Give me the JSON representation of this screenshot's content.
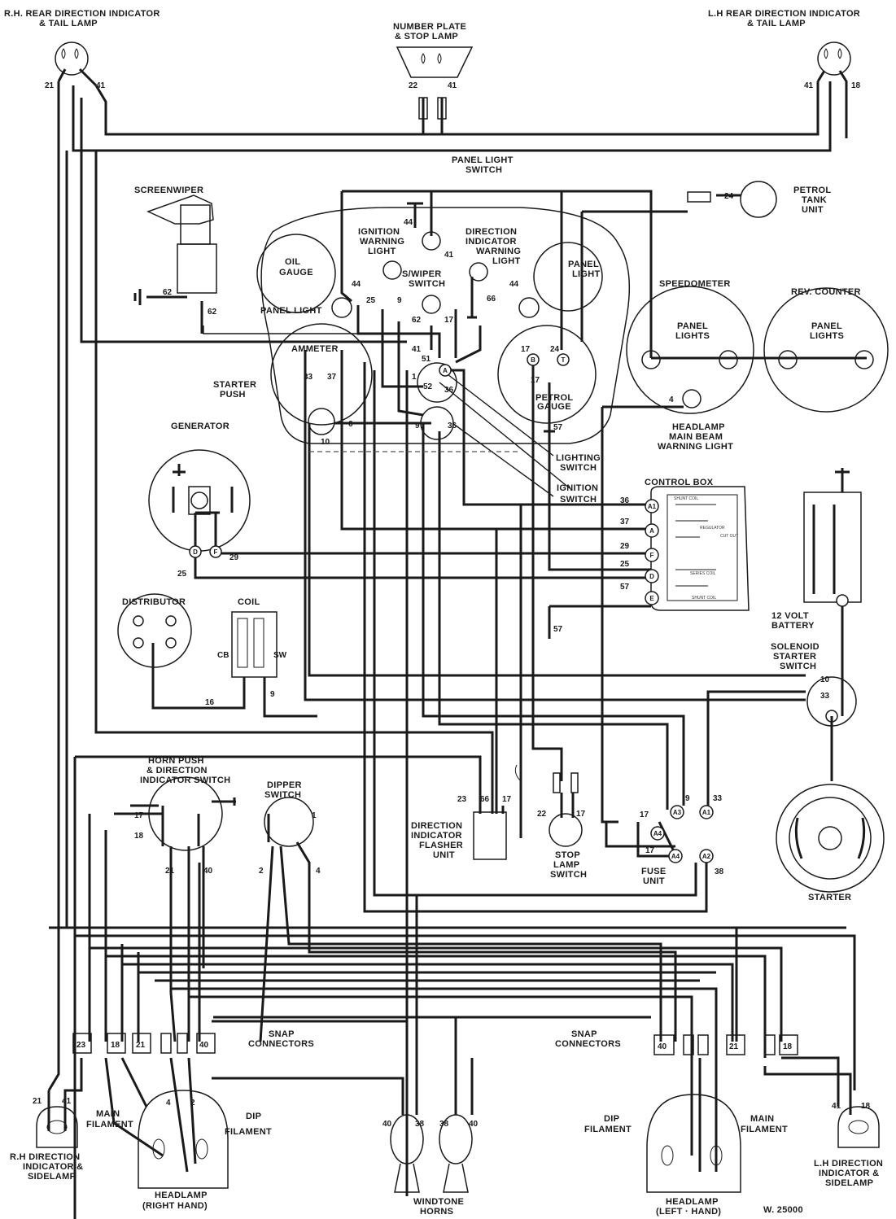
{
  "labels": {
    "rh_rear": [
      "R.H. REAR DIRECTION INDICATOR",
      "& TAIL LAMP"
    ],
    "number_plate": [
      "NUMBER PLATE",
      "& STOP LAMP"
    ],
    "lh_rear": [
      "L.H REAR DIRECTION INDICATOR",
      "& TAIL LAMP"
    ],
    "panel_light_switch": [
      "PANEL LIGHT",
      "SWITCH"
    ],
    "screenwiper": "SCREENWIPER",
    "petrol_tank": [
      "PETROL",
      "TANK",
      "UNIT"
    ],
    "ignition_warning": [
      "IGNITION",
      "WARNING",
      "LIGHT"
    ],
    "direction_warning": [
      "DIRECTION",
      "INDICATOR",
      "WARNING",
      "LIGHT"
    ],
    "oil_gauge": [
      "OIL",
      "GAUGE"
    ],
    "panel_light_l": "PANEL LIGHT",
    "panel_light_r": [
      "PANEL",
      "LIGHT"
    ],
    "sw_switch": [
      "S/WIPER",
      "SWITCH"
    ],
    "speedometer": "SPEEDOMETER",
    "rev_counter": "REV. COUNTER",
    "speedo_lights": [
      "PANEL",
      "LIGHTS"
    ],
    "rev_lights": [
      "PANEL",
      "LIGHTS"
    ],
    "ammeter": "AMMETER",
    "starter_push": [
      "STARTER",
      "PUSH"
    ],
    "petrol_gauge": [
      "PETROL",
      "GAUGE"
    ],
    "generator": "GENERATOR",
    "main_beam": [
      "HEADLAMP",
      "MAIN BEAM",
      "WARNING  LIGHT"
    ],
    "lighting_switch": [
      "LIGHTING",
      "SWITCH"
    ],
    "ignition_switch": [
      "IGNITION",
      "SWITCH"
    ],
    "control_box": "CONTROL  BOX",
    "distributor": "DISTRIBUTOR",
    "coil": "COIL",
    "battery": [
      "12 VOLT",
      "BATTERY"
    ],
    "solenoid": [
      "SOLENOID",
      "STARTER",
      "SWITCH"
    ],
    "horn_push": [
      "HORN PUSH",
      "& DIRECTION",
      "INDICATOR SWITCH"
    ],
    "dipper": [
      "DIPPER",
      "SWITCH"
    ],
    "flasher": [
      "DIRECTION",
      "INDICATOR",
      "FLASHER",
      "UNIT"
    ],
    "stop_switch": [
      "STOP",
      "LAMP",
      "SWITCH"
    ],
    "fuse_unit": [
      "FUSE",
      "UNIT"
    ],
    "starter": "STARTER",
    "snap_l": [
      "SNAP",
      "CONNECTORS"
    ],
    "snap_r": [
      "SNAP",
      "CONNECTORS"
    ],
    "rh_side": [
      "R.H DIRECTION",
      "INDICATOR &",
      "SIDELAMP"
    ],
    "main_fil_l": [
      "MAIN",
      "FILAMENT"
    ],
    "dip_fil_l": [
      "DIP",
      "FILAMENT"
    ],
    "headlamp_rh": [
      "HEADLAMP",
      "(RIGHT HAND)"
    ],
    "horns": [
      "WINDTONE",
      "HORNS"
    ],
    "dip_fil_r": [
      "DIP",
      "FILAMENT"
    ],
    "main_fil_r": [
      "MAIN",
      "FILAMENT"
    ],
    "headlamp_lh": [
      "HEADLAMP",
      "(LEFT · HAND)"
    ],
    "lh_side": [
      "L.H DIRECTION",
      "INDICATOR &",
      "SIDELAMP"
    ],
    "ref": "W. 25000",
    "cb": "CB",
    "sw": "SW",
    "cbox_internal": [
      "SHUNT COIL",
      "REGULATOR",
      "CUT OUT",
      "SERIES COIL",
      "SHUNT COIL"
    ]
  },
  "numbers": {
    "n21a": "21",
    "n41a": "41",
    "n22a": "22",
    "n41b": "41",
    "n41c": "41",
    "n18a": "18",
    "n24": "24",
    "n44a": "44",
    "n41d": "41",
    "n44b": "44",
    "n44c": "44",
    "n25a": "25",
    "n9a": "9",
    "n66a": "66",
    "n62a": "62",
    "n17a": "17",
    "n62b": "62",
    "n62c": "62",
    "n41e": "41",
    "n51": "51",
    "n1": "1",
    "n52": "52",
    "n36a": "36",
    "n9b": "9",
    "n36b": "36",
    "n33a": "33",
    "n37a": "37",
    "n10a": "10",
    "n6": "6",
    "n17b": "17",
    "n24b": "24",
    "n17c": "17",
    "n57a": "57",
    "n4a": "4",
    "n36c": "36",
    "n37b": "37",
    "n29a": "29",
    "n25b": "25",
    "n57b": "57",
    "n29b": "29",
    "n25c": "25",
    "n57c": "57",
    "n16": "16",
    "n9c": "9",
    "n10b": "10",
    "n33b": "33",
    "n17d": "17",
    "n18b": "18",
    "n21b": "21",
    "n40a": "40",
    "n1b": "1",
    "n2a": "2",
    "n4b": "4",
    "n23a": "23",
    "n66b": "66",
    "n17e": "17",
    "n22b": "22",
    "n17f": "17",
    "n17g": "17",
    "n17h": "17",
    "n9d": "9",
    "n33c": "33",
    "n38a": "38",
    "n23b": "23",
    "n18c": "18",
    "n21c": "21",
    "n40b": "40",
    "n40c": "40",
    "n21d": "21",
    "n18d": "18",
    "n21e": "21",
    "n41f": "41",
    "n4c": "4",
    "n2b": "2",
    "n40d": "40",
    "n38b": "38",
    "n38c": "38",
    "n40e": "40",
    "n41g": "41",
    "n18e": "18"
  },
  "terminals": {
    "cbA1": "A1",
    "cbA": "A",
    "cbF": "F",
    "cbD": "D",
    "cbE": "E",
    "genD": "D",
    "genF": "F",
    "fuseA3": "A3",
    "fuseA1": "A1",
    "fuseA4a": "A4",
    "fuseA4b": "A4",
    "fuseA2": "A2",
    "lswA": "A",
    "pgB": "B",
    "pgT": "T"
  }
}
